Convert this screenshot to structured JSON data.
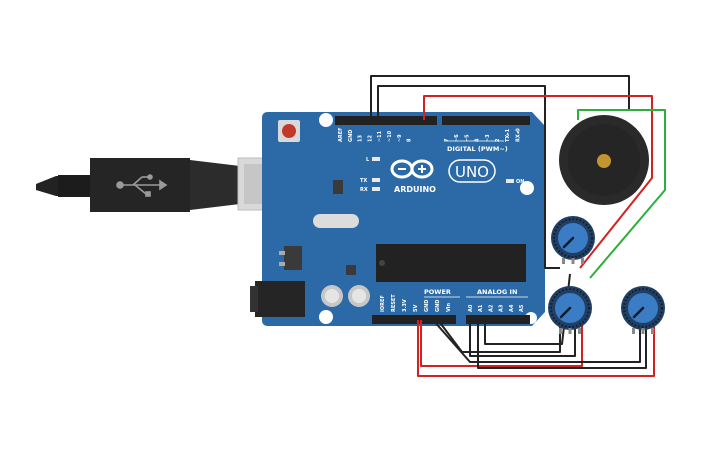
{
  "board": {
    "brand": "ARDUINO",
    "model": "UNO",
    "on_label": "ON",
    "led_l": "L",
    "led_tx": "TX",
    "led_rx": "RX",
    "digital_header": "DIGITAL (PWM~)",
    "power_header": "POWER",
    "analog_header": "ANALOG IN",
    "digital_pins": [
      "AREF",
      "GND",
      "13",
      "12",
      "~11",
      "~10",
      "~9",
      "8",
      "7",
      "~6",
      "~5",
      "4",
      "~3",
      "2",
      "TX▸1",
      "RX◂0"
    ],
    "power_pins": [
      "IOREF",
      "RESET",
      "3.3V",
      "5V",
      "GND",
      "GND",
      "Vin"
    ],
    "analog_pins": [
      "A0",
      "A1",
      "A2",
      "A3",
      "A4",
      "A5"
    ]
  },
  "components": {
    "usb_cable": "usb-cable",
    "buzzer": "piezo-buzzer",
    "potentiometers": [
      "potentiometer-1",
      "potentiometer-2",
      "potentiometer-3"
    ]
  },
  "colors": {
    "board": "#2b6aa6",
    "wire_red": "#d42121",
    "wire_black": "#222222",
    "wire_green": "#2eae3a",
    "pot_knob": "#3b7dc4"
  }
}
